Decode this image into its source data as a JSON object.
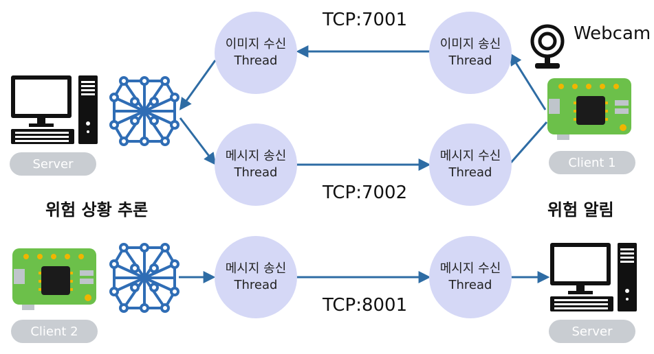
{
  "threads": {
    "img_recv": {
      "line1": "이미지 수신",
      "line2": "Thread"
    },
    "img_send": {
      "line1": "이미지 송신",
      "line2": "Thread"
    },
    "msg_send_top": {
      "line1": "메시지 송신",
      "line2": "Thread"
    },
    "msg_recv_top": {
      "line1": "메시지 수신",
      "line2": "Thread"
    },
    "msg_send_bottom": {
      "line1": "메시지 송신",
      "line2": "Thread"
    },
    "msg_recv_bottom": {
      "line1": "메시지 수신",
      "line2": "Thread"
    }
  },
  "ports": {
    "top": "TCP:7001",
    "middle": "TCP:7002",
    "bottom": "TCP:8001"
  },
  "devices": {
    "server_left": "Server",
    "client1": "Client 1",
    "client2": "Client 2",
    "server_right": "Server",
    "webcam": "Webcam"
  },
  "captions": {
    "left": "위험 상황 추론",
    "right": "위험 알림"
  },
  "colors": {
    "thread_fill": "#d5d8f6",
    "arrow": "#2e6ca4",
    "network": "#2f6db5",
    "board": "#6cc04a",
    "pill": "#c9cdd2"
  }
}
